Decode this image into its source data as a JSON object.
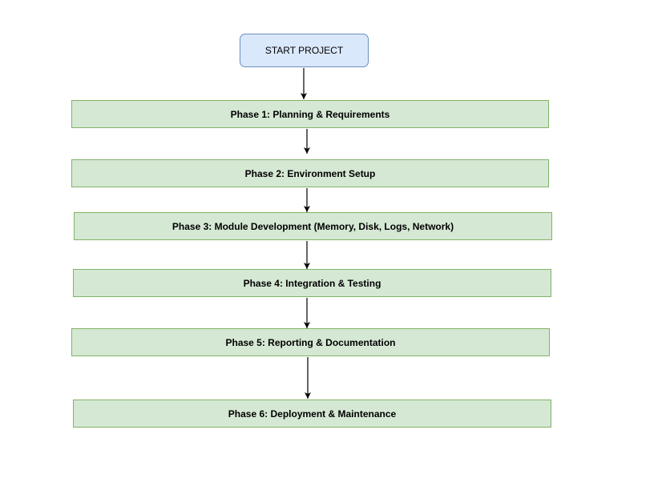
{
  "diagram": {
    "start": {
      "label": "START PROJECT"
    },
    "phases": [
      {
        "label": "Phase 1: Planning & Requirements"
      },
      {
        "label": "Phase 2: Environment Setup"
      },
      {
        "label": "Phase 3: Module Development (Memory, Disk, Logs, Network)"
      },
      {
        "label": "Phase 4: Integration & Testing"
      },
      {
        "label": "Phase 5: Reporting & Documentation"
      },
      {
        "label": "Phase 6: Deployment & Maintenance"
      }
    ]
  },
  "colors": {
    "start_fill": "#dae8fc",
    "start_border": "#6c8ebf",
    "phase_fill": "#d5e8d4",
    "phase_border": "#82b366",
    "connector": "#000000"
  }
}
